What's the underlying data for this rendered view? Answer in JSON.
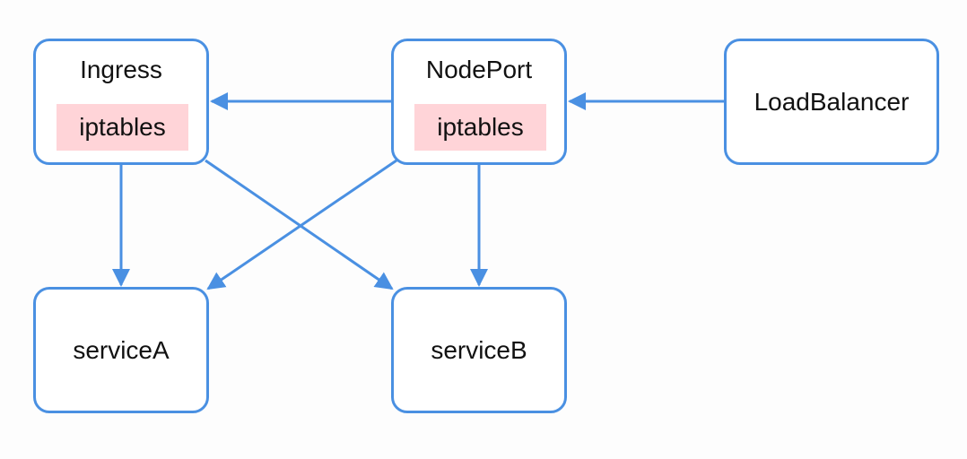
{
  "colors": {
    "node_border": "#4a90e2",
    "edge": "#4a90e2",
    "badge_background": "#ffd4d8"
  },
  "nodes": {
    "ingress": {
      "title": "Ingress",
      "badge": "iptables"
    },
    "nodeport": {
      "title": "NodePort",
      "badge": "iptables"
    },
    "loadbalancer": {
      "title": "LoadBalancer"
    },
    "service_a": {
      "title": "serviceA"
    },
    "service_b": {
      "title": "serviceB"
    }
  },
  "edges": [
    {
      "from": "nodeport",
      "to": "ingress"
    },
    {
      "from": "loadbalancer",
      "to": "nodeport"
    },
    {
      "from": "ingress",
      "to": "service_a"
    },
    {
      "from": "ingress",
      "to": "service_b"
    },
    {
      "from": "nodeport",
      "to": "service_a"
    },
    {
      "from": "nodeport",
      "to": "service_b"
    }
  ]
}
